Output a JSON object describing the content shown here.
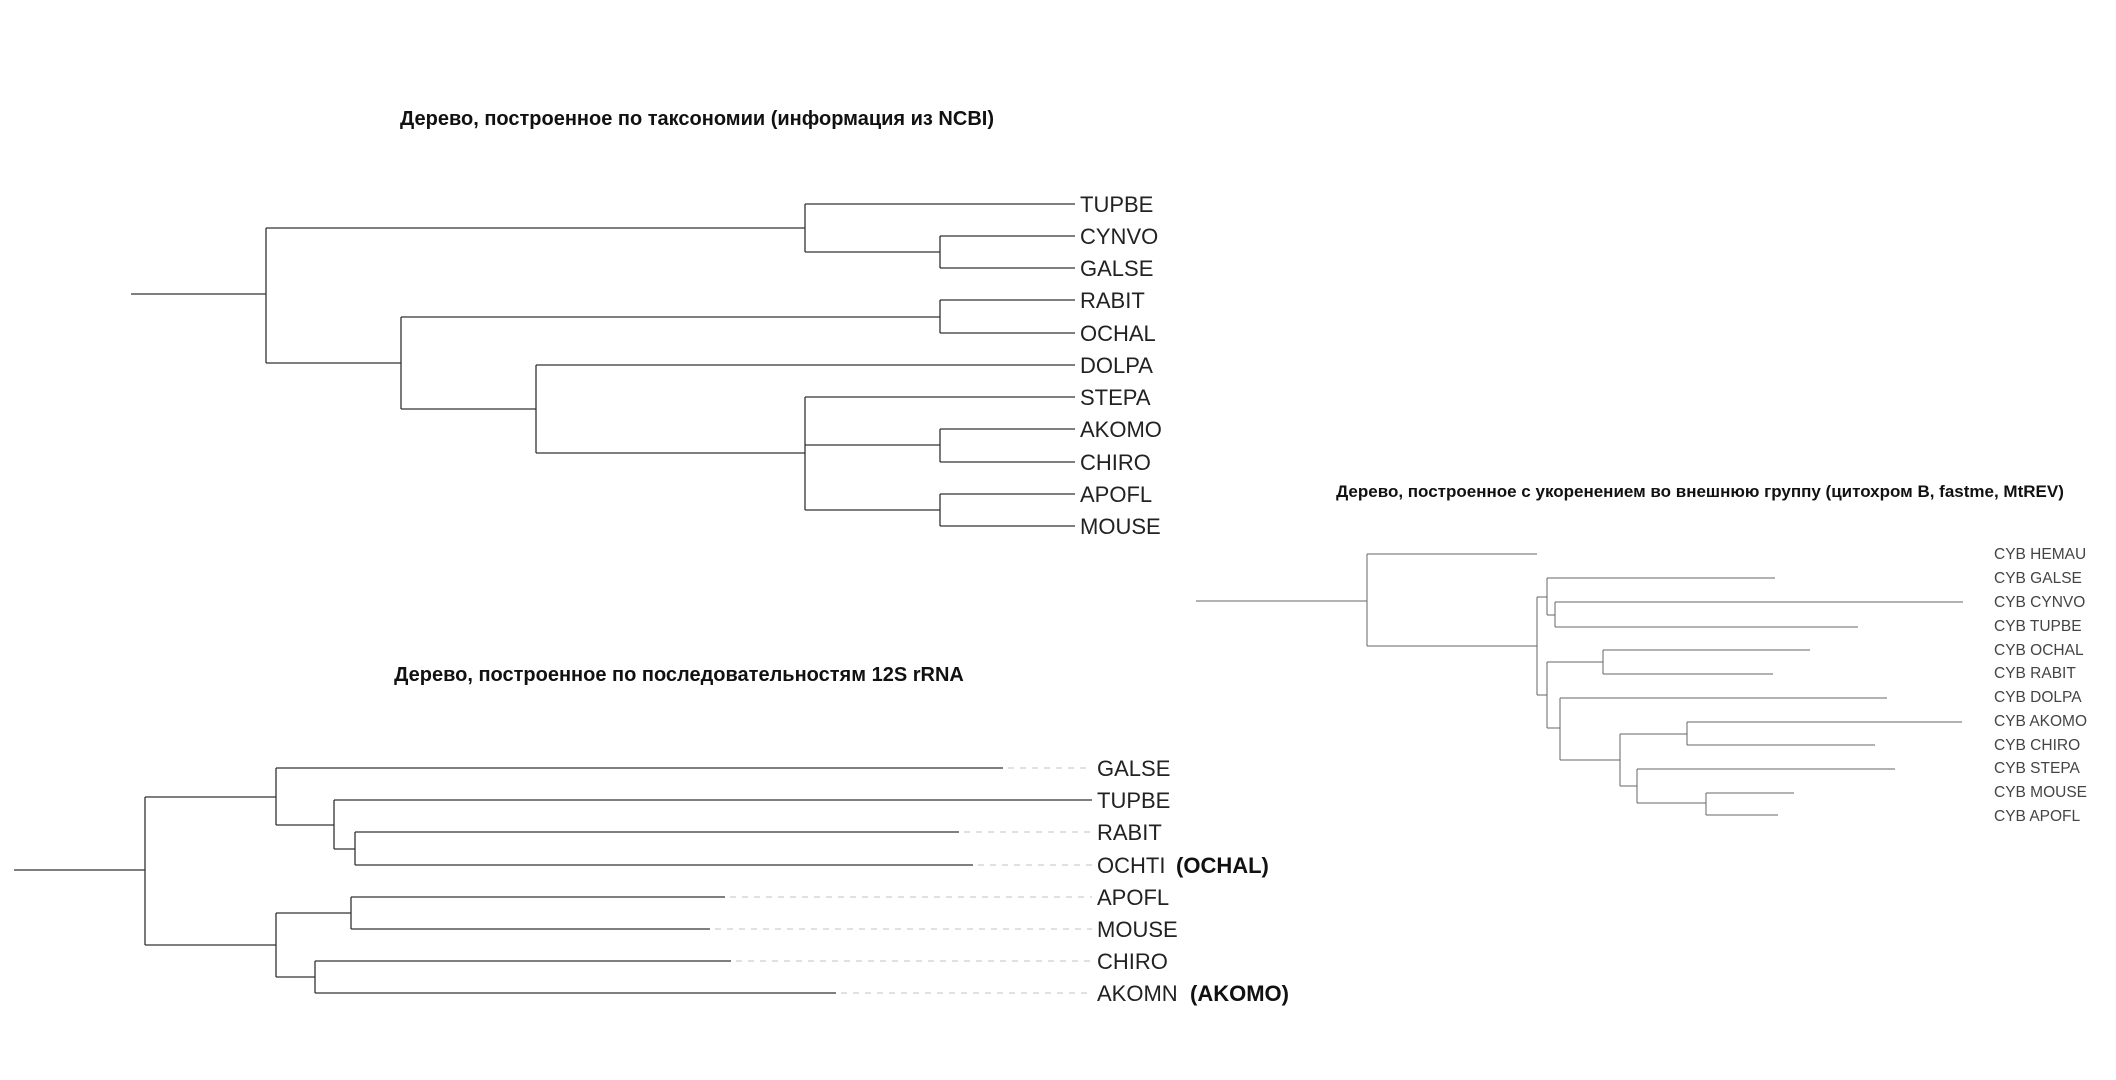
{
  "trees": [
    {
      "id": "taxonomy",
      "title": "Дерево, построенное по таксономии (информация из NCBI)",
      "leaves": [
        {
          "label": "TUPBE"
        },
        {
          "label": "CYNVO"
        },
        {
          "label": "GALSE"
        },
        {
          "label": "RABIT"
        },
        {
          "label": "OCHAL"
        },
        {
          "label": "DOLPA"
        },
        {
          "label": "STEPA"
        },
        {
          "label": "AKOMO"
        },
        {
          "label": "CHIRO"
        },
        {
          "label": "APOFL"
        },
        {
          "label": "MOUSE"
        }
      ]
    },
    {
      "id": "rrna",
      "title": "Дерево, построенное по последовательностям 12S rRNA",
      "leaves": [
        {
          "label": "GALSE"
        },
        {
          "label": "TUPBE"
        },
        {
          "label": "RABIT"
        },
        {
          "label": "OCHTI",
          "extra": "(OCHAL)"
        },
        {
          "label": "APOFL"
        },
        {
          "label": "MOUSE"
        },
        {
          "label": "CHIRO"
        },
        {
          "label": "AKOMN",
          "extra": "(AKOMO)"
        }
      ]
    },
    {
      "id": "cytb",
      "title": "Дерево, построенное с укоренением во внешнюю группу (цитохром B, fastme, MtREV)",
      "leaves": [
        {
          "label": "CYB HEMAU"
        },
        {
          "label": "CYB GALSE"
        },
        {
          "label": "CYB CYNVO"
        },
        {
          "label": "CYB TUPBE"
        },
        {
          "label": "CYB OCHAL"
        },
        {
          "label": "CYB RABIT"
        },
        {
          "label": "CYB DOLPA"
        },
        {
          "label": "CYB AKOMO"
        },
        {
          "label": "CYB CHIRO"
        },
        {
          "label": "CYB STEPA"
        },
        {
          "label": "CYB MOUSE"
        },
        {
          "label": "CYB APOFL"
        }
      ]
    }
  ]
}
